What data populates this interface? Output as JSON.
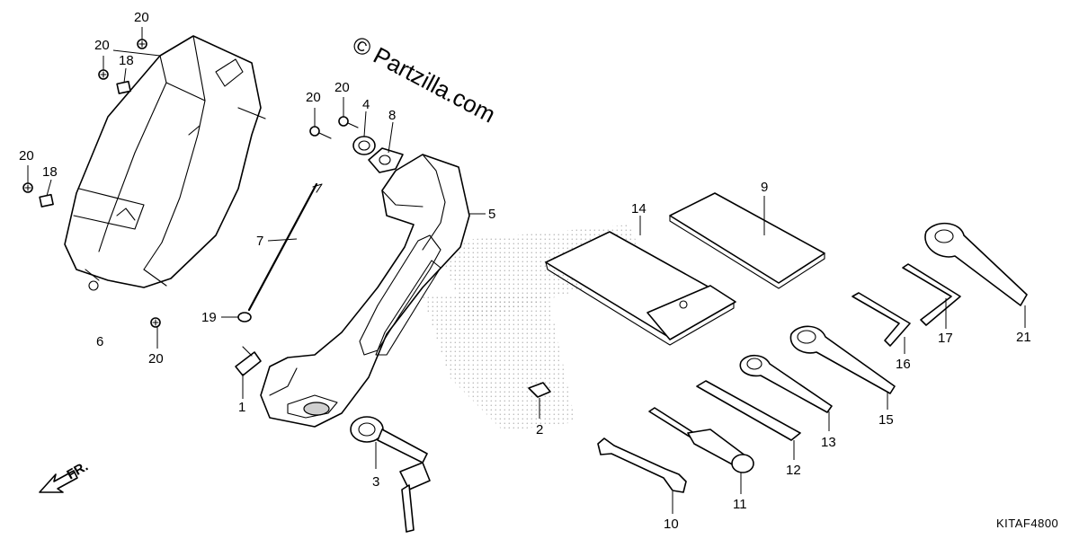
{
  "watermark": "© Partzilla.com",
  "diagram_code": "KITAF4800",
  "direction_label": "FR.",
  "callouts": {
    "c1": "1",
    "c2": "2",
    "c3": "3",
    "c4": "4",
    "c5": "5",
    "c6": "6",
    "c7": "7",
    "c8": "8",
    "c9": "9",
    "c10": "10",
    "c11": "11",
    "c12": "12",
    "c13": "13",
    "c14": "14",
    "c15": "15",
    "c16": "16",
    "c17": "17",
    "c18": "18",
    "c19": "19",
    "c20": "20",
    "c21": "21"
  }
}
